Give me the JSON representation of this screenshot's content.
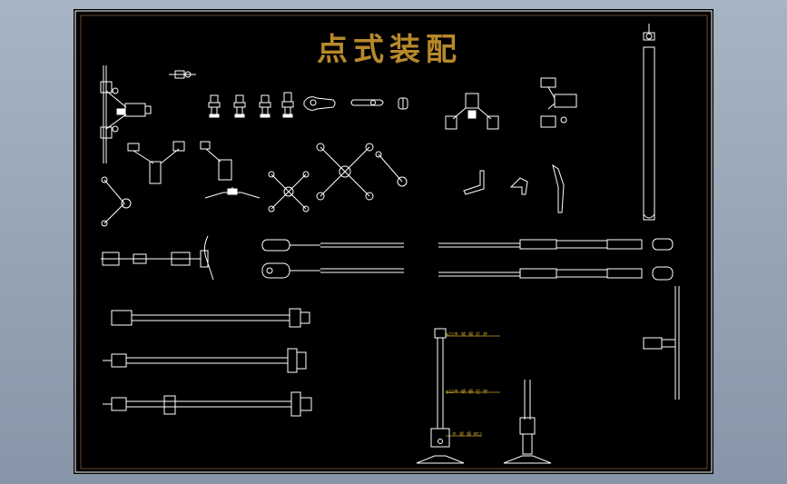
{
  "drawing": {
    "title": "点式装配",
    "annotations": [
      {
        "id": "rod-dim-upper",
        "text": "φ22不 锈 钢 拉 杆"
      },
      {
        "id": "rod-dim-lower",
        "text": "φ22不 锈 钢 拉 杆"
      },
      {
        "id": "bolt-spec",
        "text": "不 锈 钢 M12"
      }
    ]
  },
  "colors": {
    "background": "#8e9db0",
    "sheet": "#000000",
    "frame": "#ffffff",
    "title": "#b8892a",
    "annotation": "#c9a227",
    "linework": "#ffffff"
  }
}
